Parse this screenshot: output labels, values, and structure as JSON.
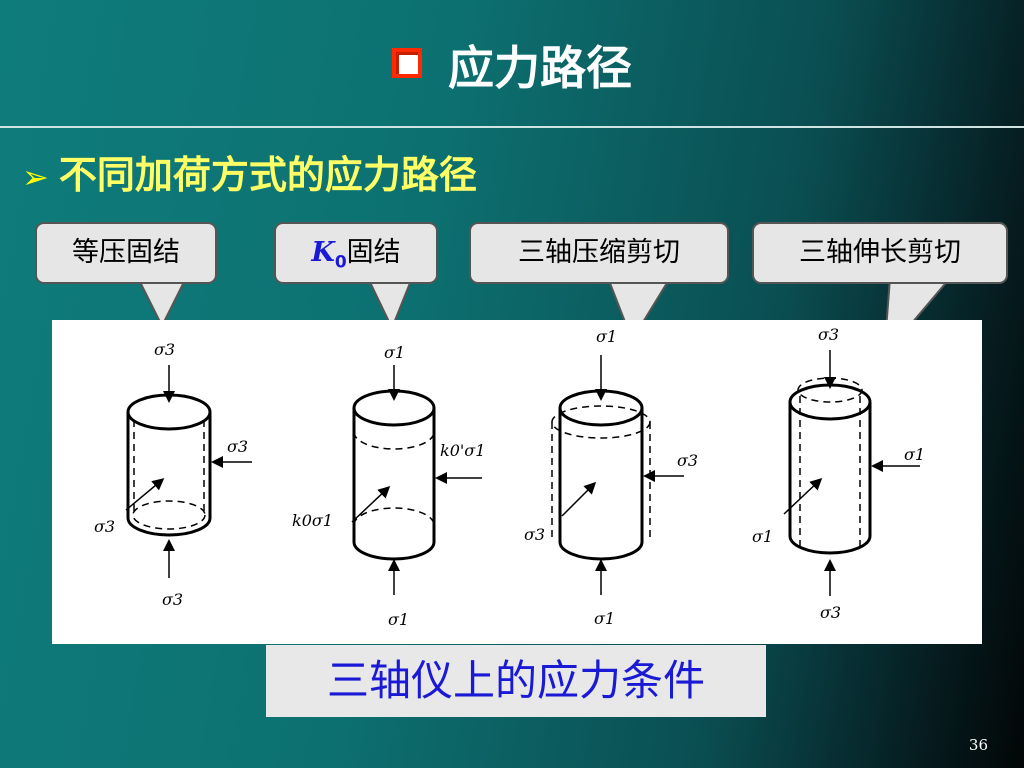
{
  "slide": {
    "title": "应力路径",
    "bullet": "不同加荷方式的应力路径",
    "callouts": {
      "c1": "等压固结",
      "c2_prefix": "K",
      "c2_sub": "0",
      "c2_suffix": "固结",
      "c3": "三轴压缩剪切",
      "c4": "三轴伸长剪切"
    },
    "caption": "三轴仪上的应力条件",
    "page_number": "36"
  },
  "diagram": {
    "sigma": "σ",
    "s1": "1",
    "s3": "3",
    "k": "k",
    "k0": "0",
    "prime": "'",
    "labels": {
      "d1_top": "σ3",
      "d1_right": "σ3",
      "d1_left": "σ3",
      "d1_bottom": "σ3",
      "d2_top": "σ1",
      "d2_right": "k0'σ1",
      "d2_left": "k0σ1",
      "d2_bottom": "σ1",
      "d3_top": "σ1",
      "d3_right": "σ3",
      "d3_left": "σ3",
      "d3_bottom": "σ1",
      "d4_top": "σ3",
      "d4_right": "σ1",
      "d4_left": "σ1",
      "d4_bottom": "σ3"
    }
  },
  "colors": {
    "title_marker": "#ff2a00",
    "bullet_text": "#ffff66",
    "caption_text": "#1a1ad6"
  }
}
